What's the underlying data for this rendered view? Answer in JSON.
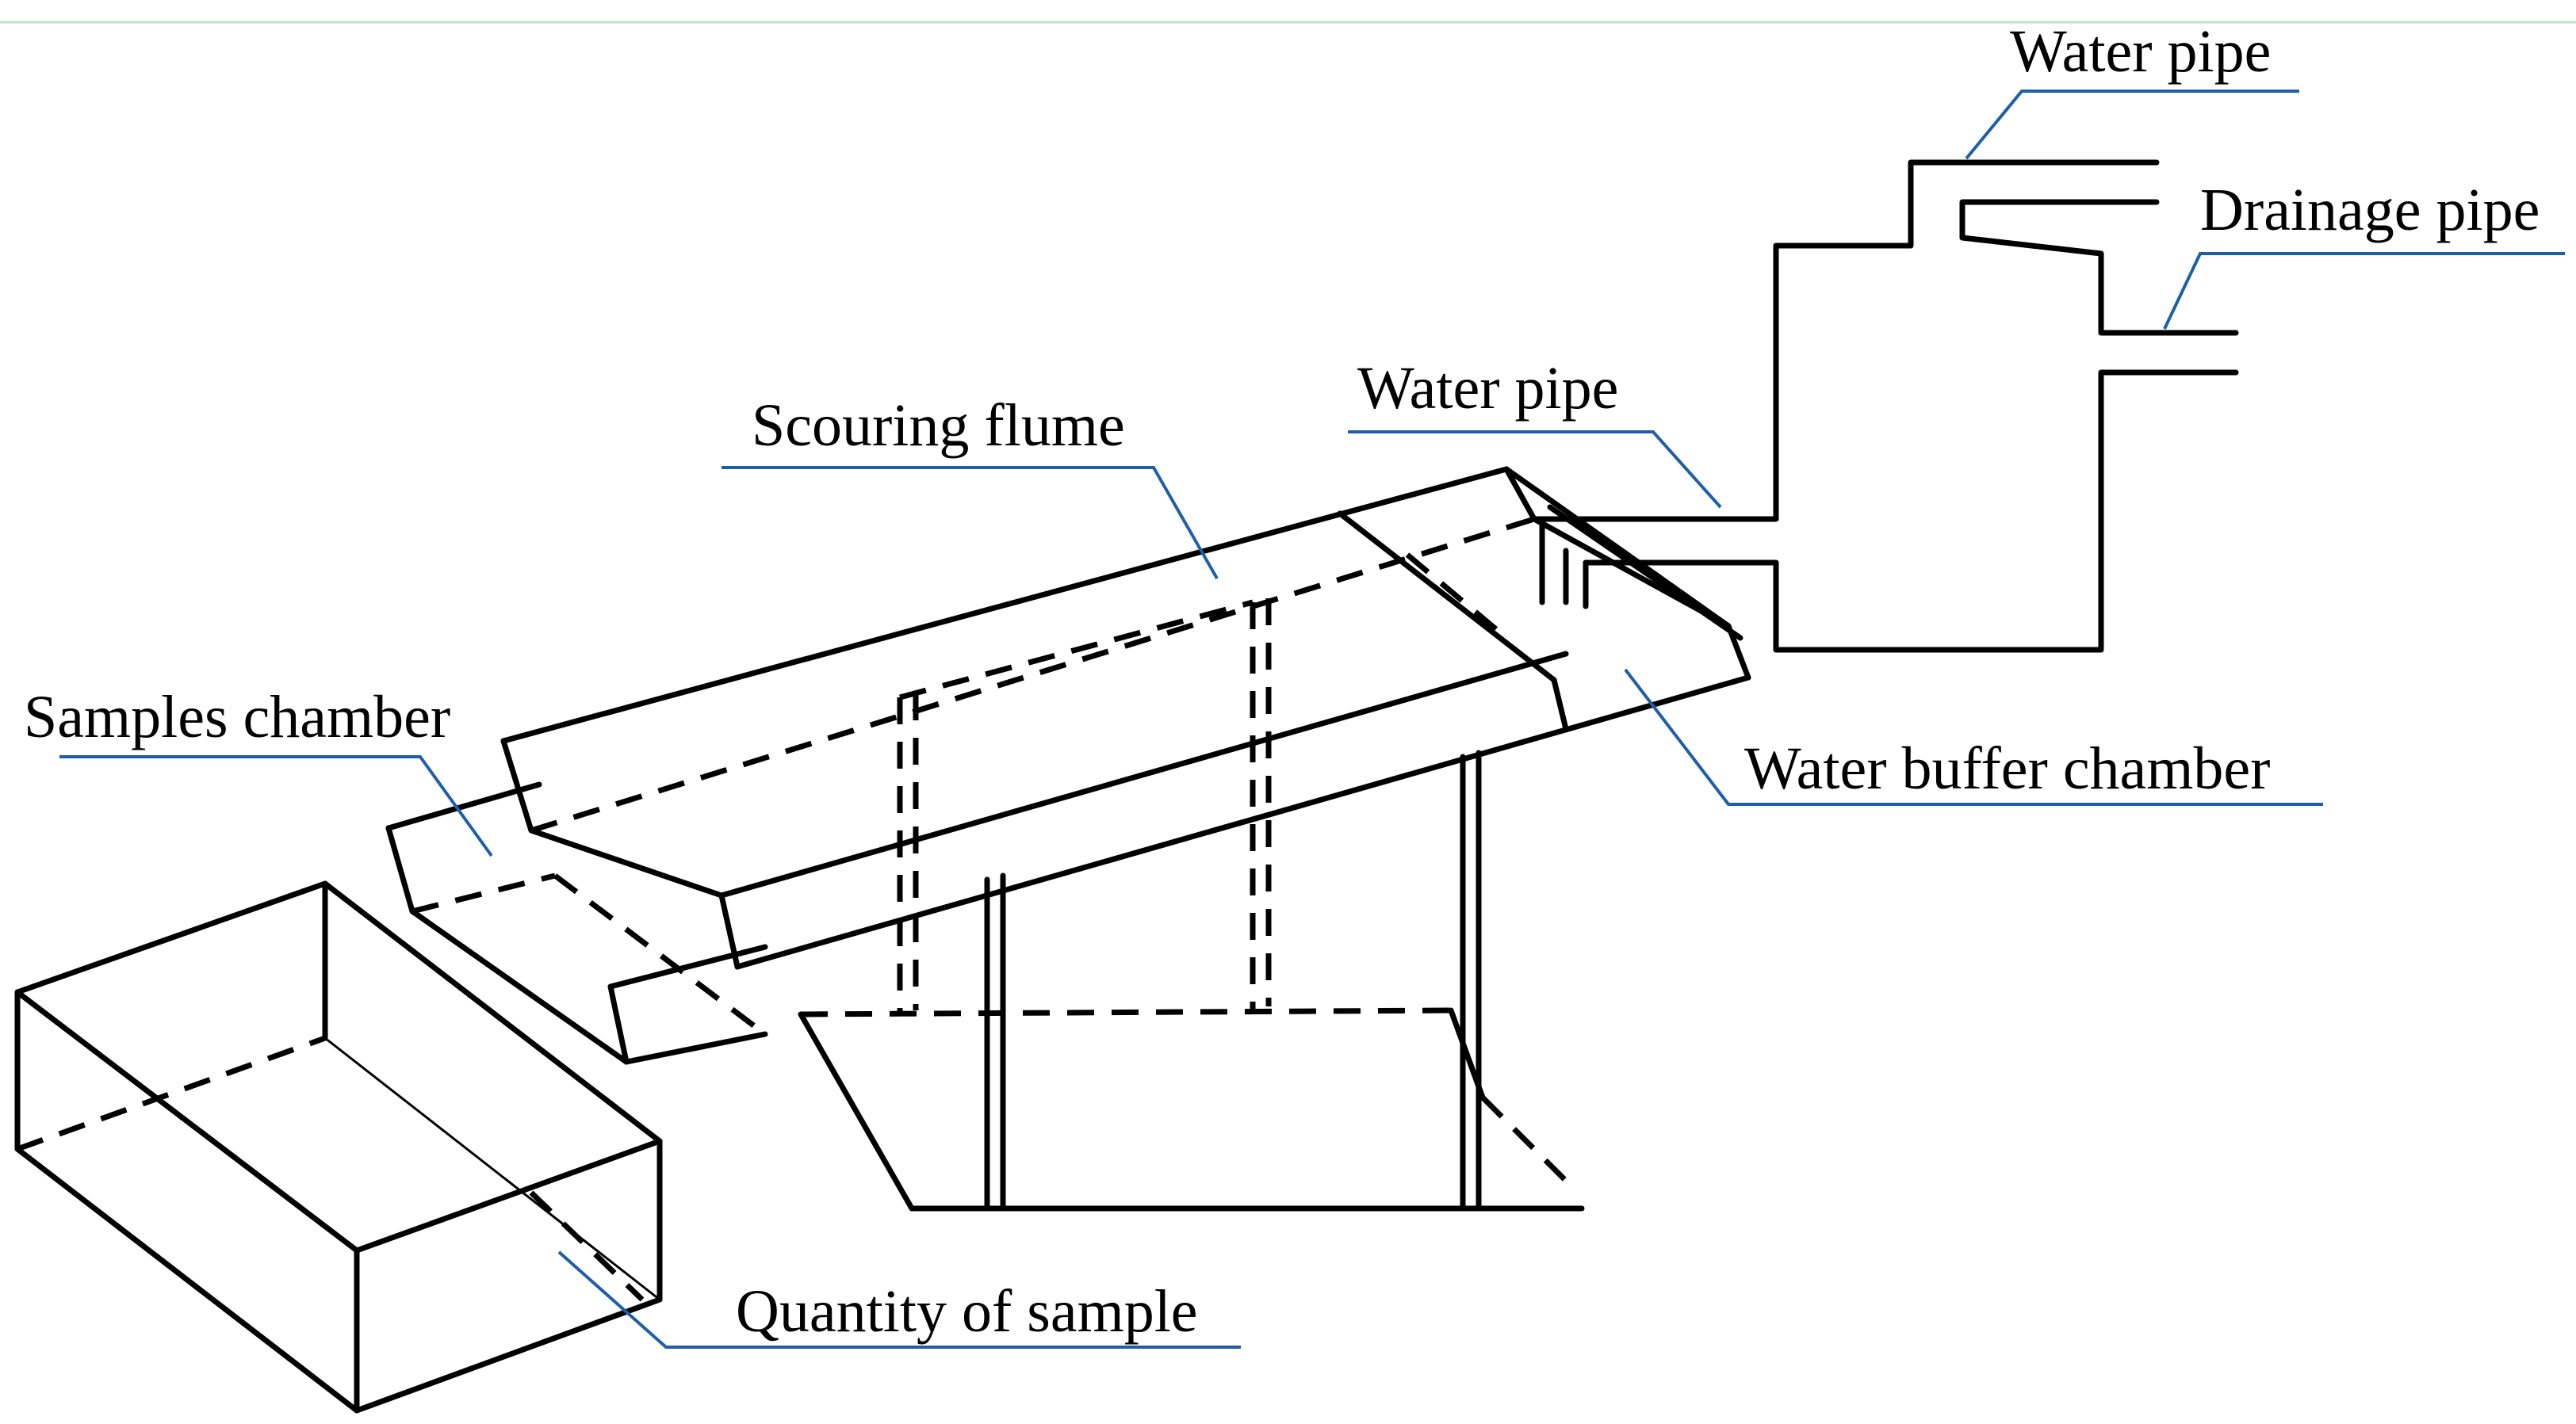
{
  "labels": {
    "water_pipe_top": "Water pipe",
    "drainage_pipe": "Drainage pipe",
    "water_pipe_mid": "Water pipe",
    "scouring_flume": "Scouring flume",
    "samples_chamber": "Samples chamber",
    "water_buffer_chamber": "Water buffer chamber",
    "quantity_of_sample": "Quantity of sample"
  },
  "colors": {
    "ink": "#000000",
    "leader": "#1f5fa8",
    "top_rule": "#b9e3c8",
    "background": "#ffffff"
  }
}
